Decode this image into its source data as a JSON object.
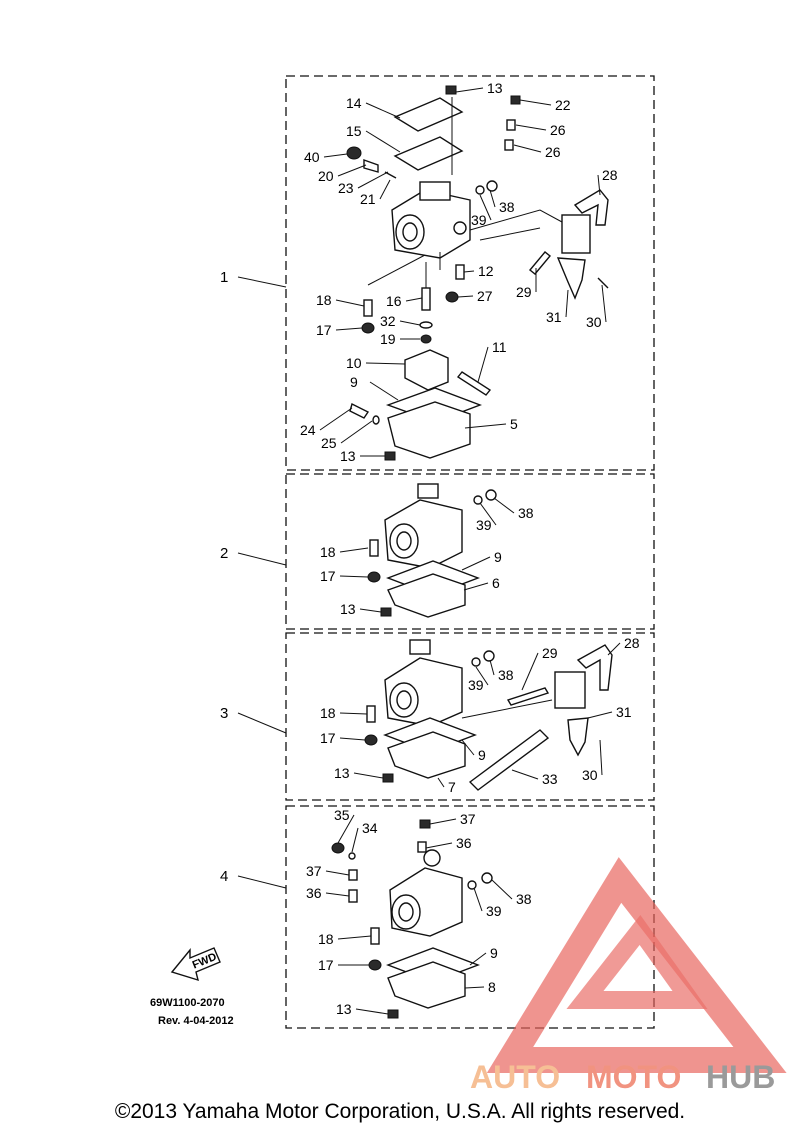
{
  "diagram": {
    "assembly_numbers": [
      "1",
      "2",
      "3",
      "4"
    ],
    "fwd_label": "FWD",
    "part_code": "69W1100-2070",
    "revision": "Rev.  4-04-2012"
  },
  "parts": {
    "group1": [
      "13",
      "14",
      "22",
      "26",
      "15",
      "26",
      "40",
      "20",
      "23",
      "21",
      "28",
      "39",
      "38",
      "12",
      "29",
      "18",
      "16",
      "27",
      "31",
      "30",
      "17",
      "32",
      "19",
      "10",
      "11",
      "9",
      "24",
      "5",
      "25",
      "13"
    ],
    "group2": [
      "39",
      "38",
      "18",
      "9",
      "17",
      "6",
      "13"
    ],
    "group3": [
      "28",
      "29",
      "38",
      "39",
      "31",
      "18",
      "17",
      "9",
      "13",
      "7",
      "33",
      "30"
    ],
    "group4": [
      "35",
      "37",
      "34",
      "36",
      "37",
      "36",
      "39",
      "38",
      "18",
      "9",
      "17",
      "8",
      "13"
    ]
  },
  "watermark": {
    "part1": "AUTO",
    "part2": "MOTO",
    "part3": "HUB",
    "colors": {
      "auto": "#f6b98a",
      "moto": "#f08873",
      "hub": "#909090",
      "triangle": "#e8615a"
    }
  },
  "footer": {
    "copyright": "©2013 Yamaha Motor Corporation, U.S.A. All rights reserved."
  }
}
